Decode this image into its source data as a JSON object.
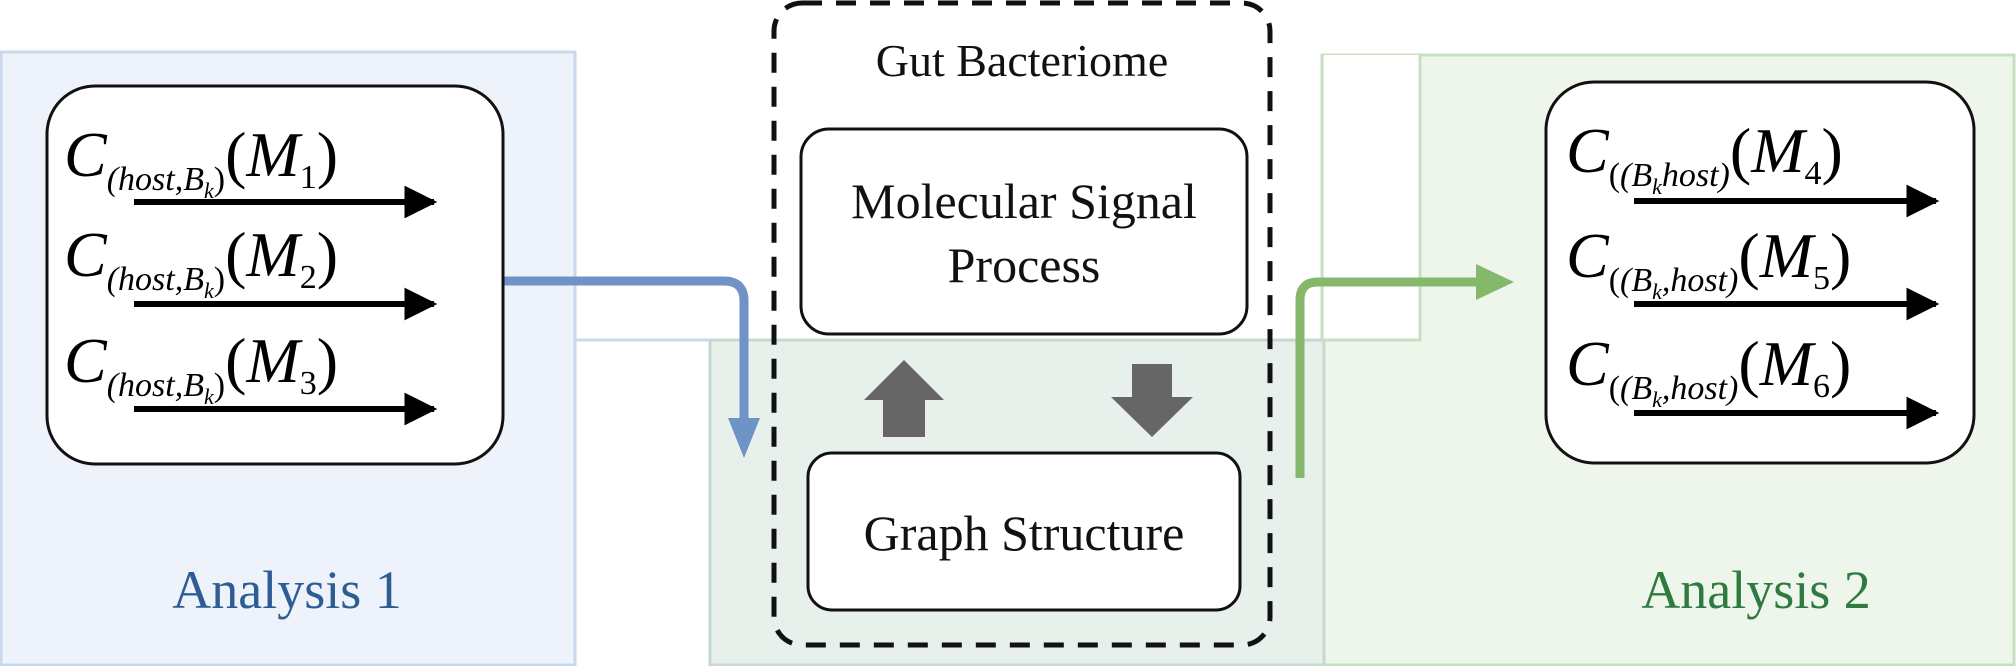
{
  "title": "Gut Bacteriome",
  "center": {
    "molecular_signal_line1": "Molecular Signal",
    "molecular_signal_line2": "Process",
    "graph_structure": "Graph Structure"
  },
  "analysis1": {
    "label": "Analysis 1",
    "color": "#2e5d94",
    "region_color": "#eef3fb",
    "arrow_color": "#6f93c6",
    "channels": [
      {
        "base": "C",
        "sub": "(host,B",
        "subsub": "k",
        "close": ")",
        "arg": "M",
        "argsub": "1"
      },
      {
        "base": "C",
        "sub": "(host,B",
        "subsub": "k",
        "close": ")",
        "arg": "M",
        "argsub": "2"
      },
      {
        "base": "C",
        "sub": "(host,B",
        "subsub": "k",
        "close": ")",
        "arg": "M",
        "argsub": "3"
      }
    ]
  },
  "analysis2": {
    "label": "Analysis 2",
    "color": "#2f7a40",
    "region_color": "#eef6ec",
    "arrow_color": "#86b86b",
    "channels": [
      {
        "base": "C",
        "sub": "(B",
        "subsub": "k",
        "mid": "host)",
        "arg": "M",
        "argsub": "4"
      },
      {
        "base": "C",
        "sub": "(B",
        "subsub": "k",
        "mid": ",host)",
        "arg": "M",
        "argsub": "5"
      },
      {
        "base": "C",
        "sub": "(B",
        "subsub": "k",
        "mid": ",host)",
        "arg": "M",
        "argsub": "6"
      }
    ]
  }
}
